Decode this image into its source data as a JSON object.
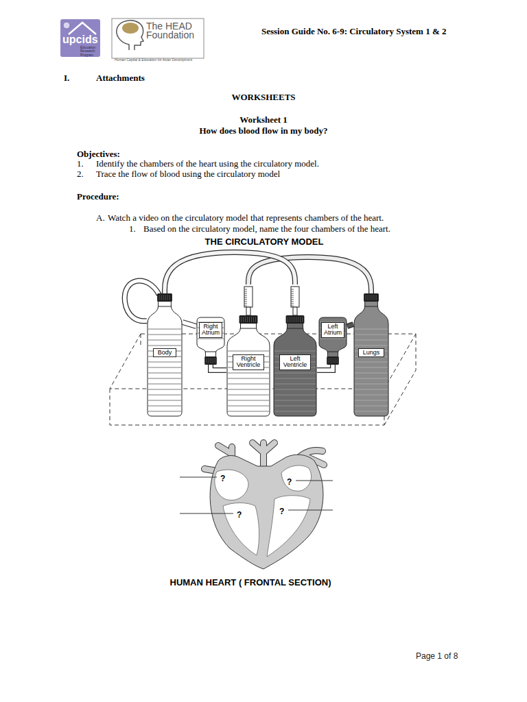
{
  "diagram": {
    "nodes": [
      {
        "text": [
          "Body"
        ]
      },
      {
        "text": [
          "Right Atrium"
        ]
      },
      {
        "text": [
          "Right Ventricle"
        ]
      },
      {
        "text": [
          "Left Ventricle"
        ]
      },
      {
        "text": [
          "Left Atrium"
        ]
      },
      {
        "text": [
          "Lungs"
        ]
      }
    ],
    "edges": [
      {
        "from": 0,
        "to": 1,
        "arrow": "none"
      },
      {
        "from": 1,
        "to": 2,
        "arrow": "none"
      },
      {
        "from": 2,
        "to": 5,
        "arrow": "none"
      },
      {
        "from": 5,
        "to": 4,
        "arrow": "none"
      },
      {
        "from": 4,
        "to": 3,
        "arrow": "none"
      },
      {
        "from": 3,
        "to": 0,
        "arrow": "none"
      }
    ],
    "labels": [
      "upcids",
      "Education Research Program",
      "The HEAD Foundation",
      "Human Capital & Education for Asian Development",
      "Session Guide No. 6-9: Circulatory System 1 & 2",
      "I.",
      "Attachments",
      "WORKSHEETS",
      "Worksheet 1",
      "How does blood flow in my body?",
      "Objectives:",
      "1.",
      "Identify the chambers of the heart using the circulatory model.",
      "2.",
      "Trace the flow of blood using the circulatory model",
      "Procedure:",
      "A.",
      "Watch a video on the circulatory model that represents chambers of the heart.",
      "1.",
      "Based on the circulatory model, name the four chambers of the heart.",
      "THE CIRCULATORY MODEL",
      "?",
      "?",
      "?",
      "?",
      "HUMAN HEART ( FRONTAL SECTION)",
      "Page 1 of 8"
    ]
  }
}
